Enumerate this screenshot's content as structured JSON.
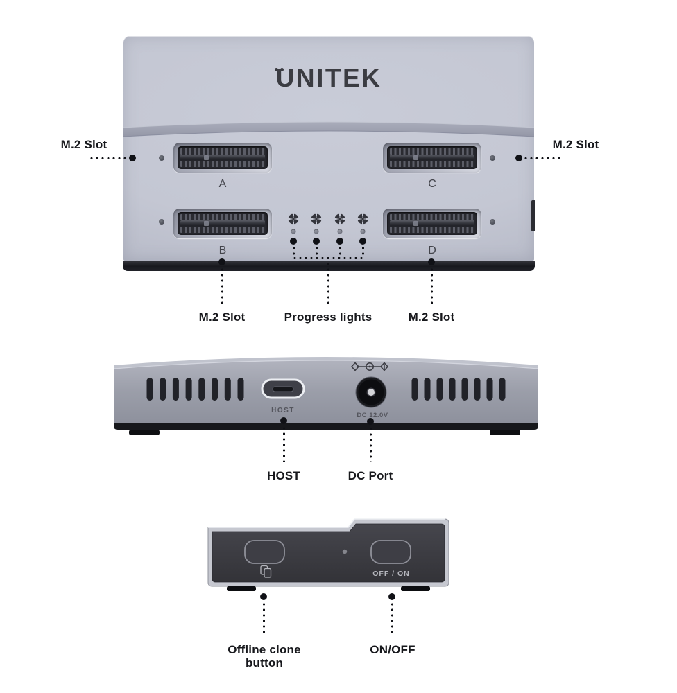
{
  "brand": {
    "logo_text": "UNITEK"
  },
  "top_view": {
    "slots": {
      "a": "A",
      "b": "B",
      "c": "C",
      "d": "D"
    },
    "progress_lights_count": 4,
    "callouts": {
      "left": "M.2 Slot",
      "right": "M.2 Slot",
      "bottom_left": "M.2 Slot",
      "bottom_center": "Progress lights",
      "bottom_right": "M.2 Slot"
    }
  },
  "front_view": {
    "port_labels": {
      "host": "HOST",
      "dc": "DC 12.0V"
    },
    "callouts": {
      "host": "HOST",
      "dc": "DC Port"
    }
  },
  "back_view": {
    "switch_label": "OFF / ON",
    "callouts": {
      "clone_line1": "Offline clone",
      "clone_line2": "button",
      "power": "ON/OFF"
    }
  },
  "colors": {
    "device_light": "#c6c9d5",
    "device_mid": "#9a9da8",
    "panel_dark": "#3a3a40",
    "base_dark": "#17181d",
    "label_text": "#17181c"
  }
}
